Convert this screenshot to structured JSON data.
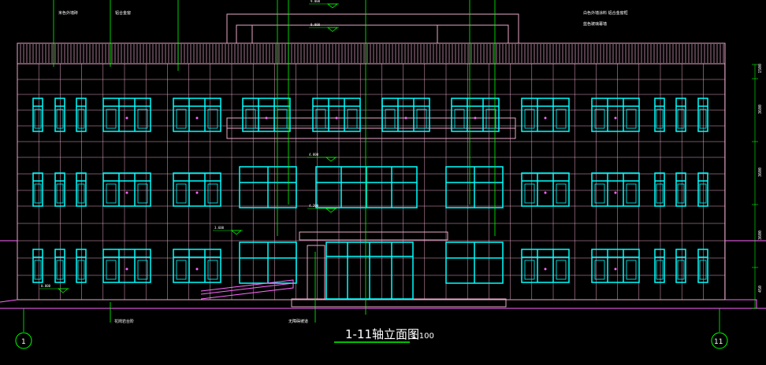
{
  "drawing": {
    "title": "1-11轴立面图",
    "scale": "1:100"
  },
  "axis_labels": {
    "left": "1",
    "right": "11"
  },
  "elevation_marks": [
    "9.000",
    "8.000",
    "4.800",
    "4.200",
    "3.600",
    "0.000"
  ],
  "notes": {
    "top_left_1": "米色外墙砖",
    "top_left_2": "铝合金窗",
    "top_right_1": "白色外墙涂料 铝合金窗框",
    "top_right_2": "蓝色玻璃幕墙"
  },
  "bottom_notes": {
    "left": "花岗岩台阶",
    "right": "无障碍坡道"
  },
  "right_dims": [
    "1500",
    "3600",
    "3600",
    "3600",
    "450"
  ],
  "colors": {
    "background": "#000000",
    "grid_lines": "#e9a7c8",
    "window_frames": "#00ffff",
    "leaders": "#00ff00",
    "axis_circles": "#00ff00",
    "outline": "#ff66ff"
  }
}
